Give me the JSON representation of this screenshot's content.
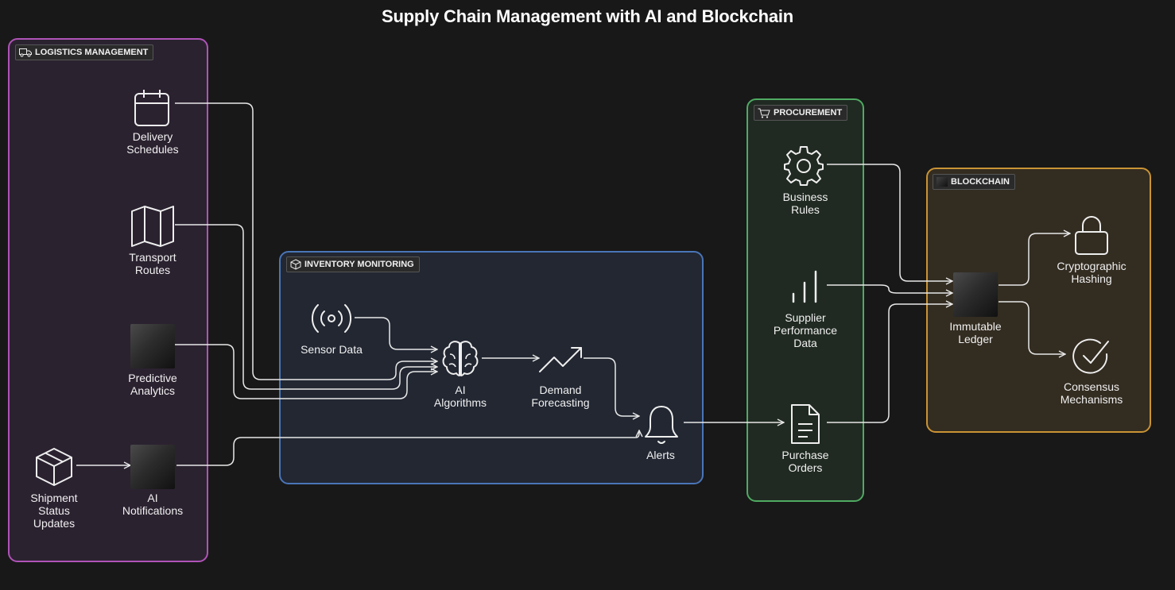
{
  "title": "Supply Chain Management with AI and Blockchain",
  "colors": {
    "background": "#181818",
    "logistics": "#b053b8",
    "inventory": "#4a75b8",
    "procurement": "#4faa62",
    "blockchain": "#c99335",
    "line": "#e8e8e8"
  },
  "groups": {
    "logistics": {
      "label": "LOGISTICS MANAGEMENT",
      "icon": "truck-icon"
    },
    "inventory": {
      "label": "INVENTORY MONITORING",
      "icon": "box-icon"
    },
    "procurement": {
      "label": "PROCUREMENT",
      "icon": "cart-icon"
    },
    "blockchain": {
      "label": "BLOCKCHAIN",
      "icon": "image-icon"
    }
  },
  "nodes": {
    "delivery_schedules": {
      "label_1": "Delivery",
      "label_2": "Schedules",
      "icon": "calendar-icon"
    },
    "transport_routes": {
      "label_1": "Transport",
      "label_2": "Routes",
      "icon": "map-icon"
    },
    "predictive_analytics": {
      "label_1": "Predictive",
      "label_2": "Analytics",
      "icon": "image-icon"
    },
    "shipment_status": {
      "label_1": "Shipment",
      "label_2": "Status",
      "label_3": "Updates",
      "icon": "package-icon"
    },
    "ai_notifications": {
      "label_1": "AI",
      "label_2": "Notifications",
      "icon": "image-icon"
    },
    "sensor_data": {
      "label_1": "Sensor Data",
      "icon": "broadcast-icon"
    },
    "ai_algorithms": {
      "label_1": "AI",
      "label_2": "Algorithms",
      "icon": "brain-icon"
    },
    "demand_forecasting": {
      "label_1": "Demand",
      "label_2": "Forecasting",
      "icon": "trend-up-icon"
    },
    "alerts": {
      "label_1": "Alerts",
      "icon": "bell-icon"
    },
    "business_rules": {
      "label_1": "Business",
      "label_2": "Rules",
      "icon": "gear-icon"
    },
    "supplier_performance": {
      "label_1": "Supplier",
      "label_2": "Performance",
      "label_3": "Data",
      "icon": "bar-chart-icon"
    },
    "purchase_orders": {
      "label_1": "Purchase",
      "label_2": "Orders",
      "icon": "document-icon"
    },
    "immutable_ledger": {
      "label_1": "Immutable",
      "label_2": "Ledger",
      "icon": "image-icon"
    },
    "cryptographic_hashing": {
      "label_1": "Cryptographic",
      "label_2": "Hashing",
      "icon": "lock-icon"
    },
    "consensus_mechanisms": {
      "label_1": "Consensus",
      "label_2": "Mechanisms",
      "icon": "check-circle-icon"
    }
  },
  "edges": [
    {
      "from": "Delivery Schedules",
      "to": "AI Algorithms"
    },
    {
      "from": "Transport Routes",
      "to": "AI Algorithms"
    },
    {
      "from": "Predictive Analytics",
      "to": "AI Algorithms"
    },
    {
      "from": "Sensor Data",
      "to": "AI Algorithms"
    },
    {
      "from": "Shipment Status Updates",
      "to": "AI Notifications"
    },
    {
      "from": "AI Notifications",
      "to": "Alerts"
    },
    {
      "from": "AI Algorithms",
      "to": "Demand Forecasting"
    },
    {
      "from": "Demand Forecasting",
      "to": "Alerts"
    },
    {
      "from": "Alerts",
      "to": "Purchase Orders"
    },
    {
      "from": "Business Rules",
      "to": "Immutable Ledger"
    },
    {
      "from": "Supplier Performance Data",
      "to": "Immutable Ledger"
    },
    {
      "from": "Purchase Orders",
      "to": "Immutable Ledger"
    },
    {
      "from": "Immutable Ledger",
      "to": "Cryptographic Hashing"
    },
    {
      "from": "Immutable Ledger",
      "to": "Consensus Mechanisms"
    }
  ]
}
